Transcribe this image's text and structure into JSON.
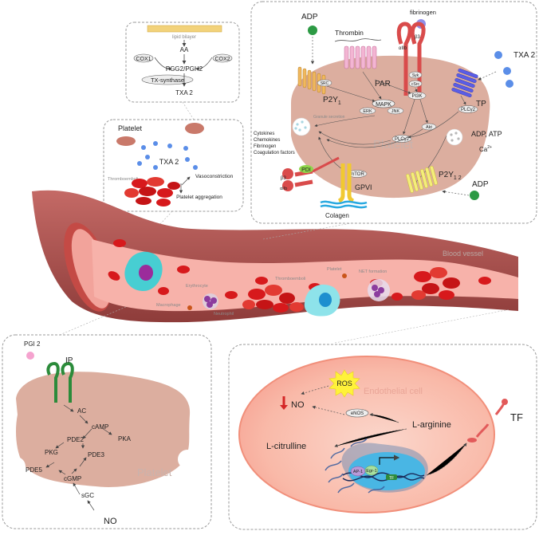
{
  "labels": {
    "lipid_bilayer": "lipid bilayer",
    "aa": "AA",
    "cox1": "COX1",
    "cox2": "COX2",
    "pgg2_pgh2": "PGG2/PGH2",
    "tx_synthase": "TX-synthase",
    "txa2_top": "TXA 2",
    "platelet_mid": "Platelet",
    "txa2_mid": "TXA 2",
    "thromboemboli_mid": "Thromboemboli",
    "vasoconstriction": "Vasoconstriction",
    "platelet_aggregation": "Platelet aggregation",
    "adp_top": "ADP",
    "thrombin": "Thrombin",
    "fibrinogen": "fibrinogen",
    "txa2_right": "TXA 2",
    "par": "PAR",
    "p2y1": "P2Y",
    "p2y1_sub": "1",
    "tp": "TP",
    "src": "SRC",
    "syk": "Syk",
    "csrc": "cSrc",
    "alpha_top": "αIIb",
    "beta_top": "β3",
    "mapk": "MAPK",
    "erk": "ERK",
    "jnk": "JNK",
    "pi3k": "PI3K",
    "plcy2_right": "PLCγ2",
    "granule_secretion": "Granule secretion",
    "cytokines": "Cytokines",
    "chemokines": "Chemokines",
    "fibrinogen_list": "Fibrinogen",
    "coag_factors": "Coagulation factors",
    "platelet_big": "Platelet",
    "akt": "Akt",
    "plcy2_mid": "PLCγ2",
    "adp_atp": "ADP, ATP",
    "ca": "Ca",
    "ca_sup": "2+",
    "pdi": "PDI",
    "beta_low": "β3",
    "alpha_low": "αIIb",
    "mtor": "mTOR",
    "gpvi": "GPVI",
    "colagen": "Colagen",
    "p2y12": "P2Y",
    "p2y12_sub": "1 2",
    "adp_bottom": "ADP",
    "blood_vessel": "Blood vessel",
    "macrophage": "Macrophage",
    "erythrocyte": "Erythrocyte",
    "neutrophil": "Neutrophil",
    "thromboemboli_vessel": "Thromboemboli",
    "platelet_vessel": "Platelet",
    "net_formation": "NET formation",
    "pgi2": "PGI 2",
    "ip": "IP",
    "ac": "AC",
    "camp": "cAMP",
    "pka": "PKA",
    "pde2": "PDE2",
    "pkg": "PKG",
    "pde3": "PDE3",
    "pde5": "PDE5",
    "cgmp": "cGMP",
    "sgc": "sGC",
    "platelet_left": "Platelet",
    "no_bottom": "NO",
    "ros": "ROS",
    "endothelial_cell": "Endothelial cell",
    "no_right": "NO",
    "enos": "eNOS",
    "l_arginine": "L-arginine",
    "tf_receptor": "TF",
    "l_citrulline": "L-citrulline",
    "ap1": "AP-1",
    "egr1": "Egr-1",
    "tf_gene": "TF"
  },
  "colors": {
    "platelet": "#dcae9f",
    "vessel_outer": "#b85b58",
    "vessel_inner": "#f5a9a2",
    "rbc": "#d7191c",
    "adp": "#2c9a44",
    "txa2": "#5b8ee8",
    "fibrinogen": "#8f8ee9",
    "pgi2": "#f5a3cf",
    "ros": "#fff23a",
    "endothelial": "#fbd2c6",
    "nucleus": "#49b6e4"
  }
}
